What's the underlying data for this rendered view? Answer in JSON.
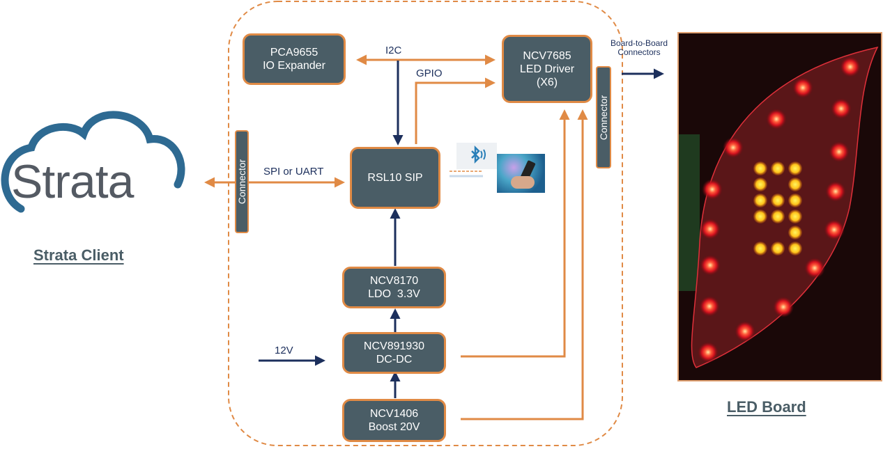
{
  "left": {
    "logo_text": "Strata",
    "caption": "Strata Client"
  },
  "blocks": {
    "io_expander": [
      "PCA9655",
      "IO Expander"
    ],
    "led_driver": [
      "NCV7685",
      "LED Driver",
      "(X6)"
    ],
    "rsl10": [
      "RSL10 SIP"
    ],
    "ldo": [
      "NCV8170",
      "LDO  3.3V"
    ],
    "dcdc": [
      "NCV891930",
      "DC-DC"
    ],
    "boost": [
      "NCV1406",
      "Boost 20V"
    ]
  },
  "connectors": {
    "left": "Connector",
    "right": "Connector"
  },
  "labels": {
    "i2c": "I2C",
    "gpio": "GPIO",
    "spi_uart": "SPI or UART",
    "v12": "12V",
    "board_to_board_1": "Board-to-Board",
    "board_to_board_2": "Connectors"
  },
  "right": {
    "caption": " LED Board",
    "digit_shown": "9"
  },
  "colors": {
    "block_fill": "#4a5d66",
    "block_border": "#e08a45",
    "power_arrow": "#1c2f5c",
    "signal_arrow": "#e08a45",
    "strata_cloud": "#2e6a92"
  }
}
